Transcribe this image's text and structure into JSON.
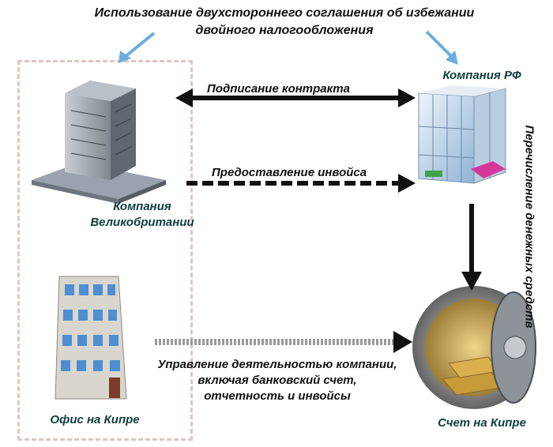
{
  "title": {
    "line1": "Использование двухстороннего соглашения об избежании",
    "line2": "двойного налогообложения"
  },
  "nodes": {
    "uk_company": {
      "line1": "Компания",
      "line2": "Великобритании"
    },
    "ru_company": "Компания РФ",
    "cyprus_office": "Офис на Кипре",
    "cyprus_account": "Счет на Кипре"
  },
  "arrows": {
    "contract": "Подписание контракта",
    "invoice": "Предоставление инвойса",
    "management": {
      "line1": "Управление деятельностью компании,",
      "line2": "включая банковский счет,",
      "line3": "отчетность и инвойсы"
    },
    "transfer": "Перечисление денежных средств"
  },
  "colors": {
    "pointer_arrow": "#6aaee0",
    "node_label": "#0f3d3d",
    "dashed_border": "#d9c8c4"
  },
  "icons": [
    "office-building-icon",
    "glass-building-icon",
    "apartment-building-icon",
    "bank-vault-icon"
  ]
}
